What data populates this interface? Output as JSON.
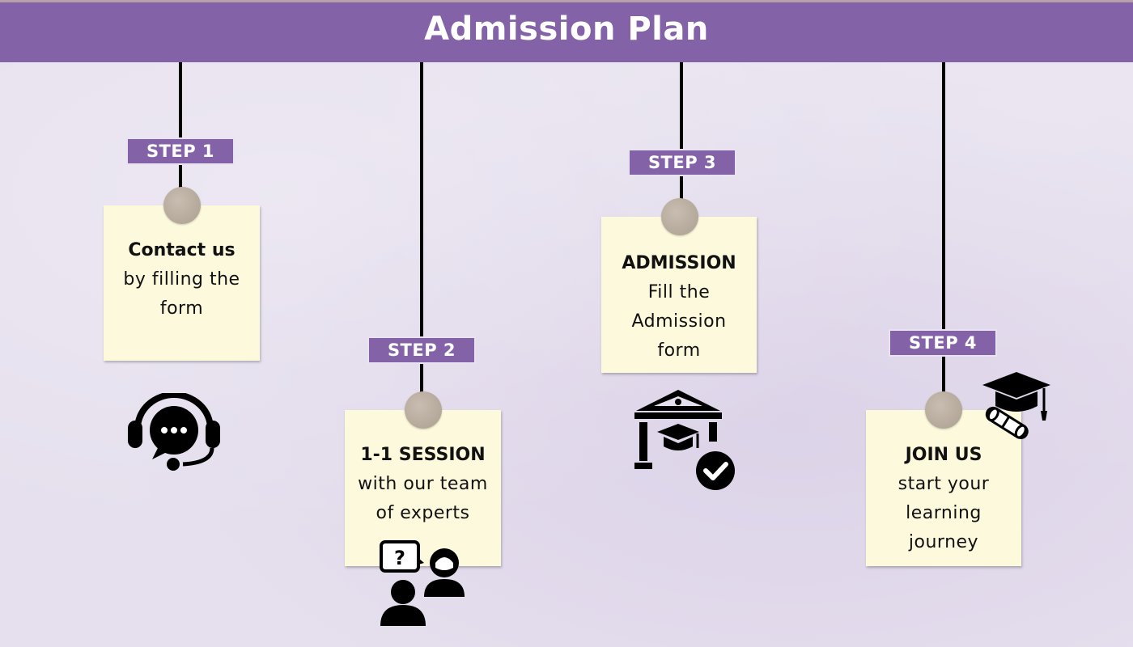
{
  "header": {
    "title": "Admission Plan"
  },
  "steps": [
    {
      "tag": "STEP 1",
      "title": "Contact us",
      "body": "by filling the form"
    },
    {
      "tag": "STEP 2",
      "title": "1-1 SESSION",
      "body": "with our team of experts"
    },
    {
      "tag": "STEP 3",
      "title": "ADMISSION",
      "body": "Fill the Admission form"
    },
    {
      "tag": "STEP 4",
      "title": "JOIN US",
      "body": "start your learning journey"
    }
  ],
  "icons": {
    "step1": "headset-chat-icon",
    "step2": "question-people-icon",
    "step3": "institution-check-icon",
    "step4": "graduation-cap-diploma-icon"
  },
  "colors": {
    "accent": "#8462a8",
    "note": "#fdf9dc",
    "pin": "#b8ac9f",
    "background": "#e6e0ee"
  }
}
